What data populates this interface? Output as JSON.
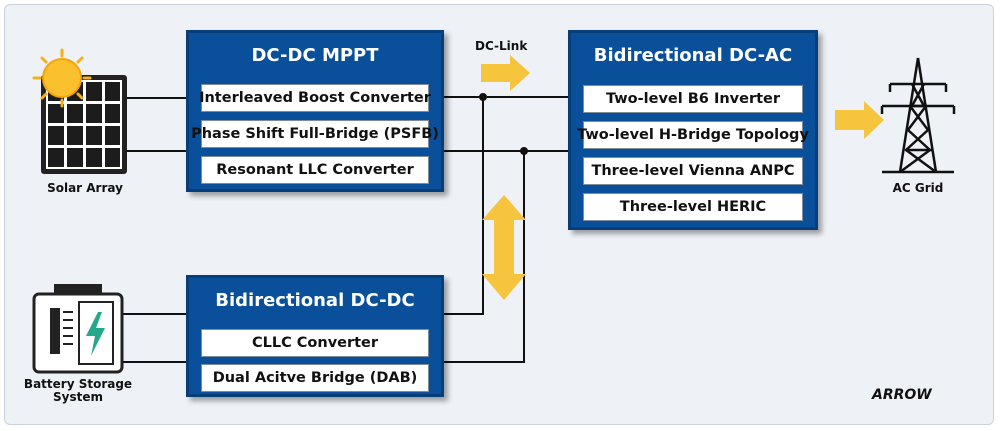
{
  "colors": {
    "block": "#0a4f99",
    "arrow": "#f7c43d",
    "wire": "#111111"
  },
  "solar": {
    "caption": "Solar Array",
    "icon": "solar-panel-icon"
  },
  "battery": {
    "caption_line1": "Battery Storage",
    "caption_line2": "System",
    "icon": "battery-icon"
  },
  "grid": {
    "caption": "AC Grid",
    "icon": "transmission-tower-icon"
  },
  "dc_link_label": "DC-Link",
  "mppt": {
    "title": "DC-DC MPPT",
    "items": [
      "Interleaved Boost Converter",
      "Phase Shift Full-Bridge (PSFB)",
      "Resonant LLC Converter"
    ]
  },
  "dcac": {
    "title": "Bidirectional DC-AC",
    "items": [
      "Two-level B6 Inverter",
      "Two-level H-Bridge Topology",
      "Three-level Vienna ANPC",
      "Three-level HERIC"
    ]
  },
  "dcdc": {
    "title": "Bidirectional DC-DC",
    "items": [
      "CLLC Converter",
      "Dual Acitve Bridge (DAB)"
    ]
  },
  "logo_text": "ARROW"
}
